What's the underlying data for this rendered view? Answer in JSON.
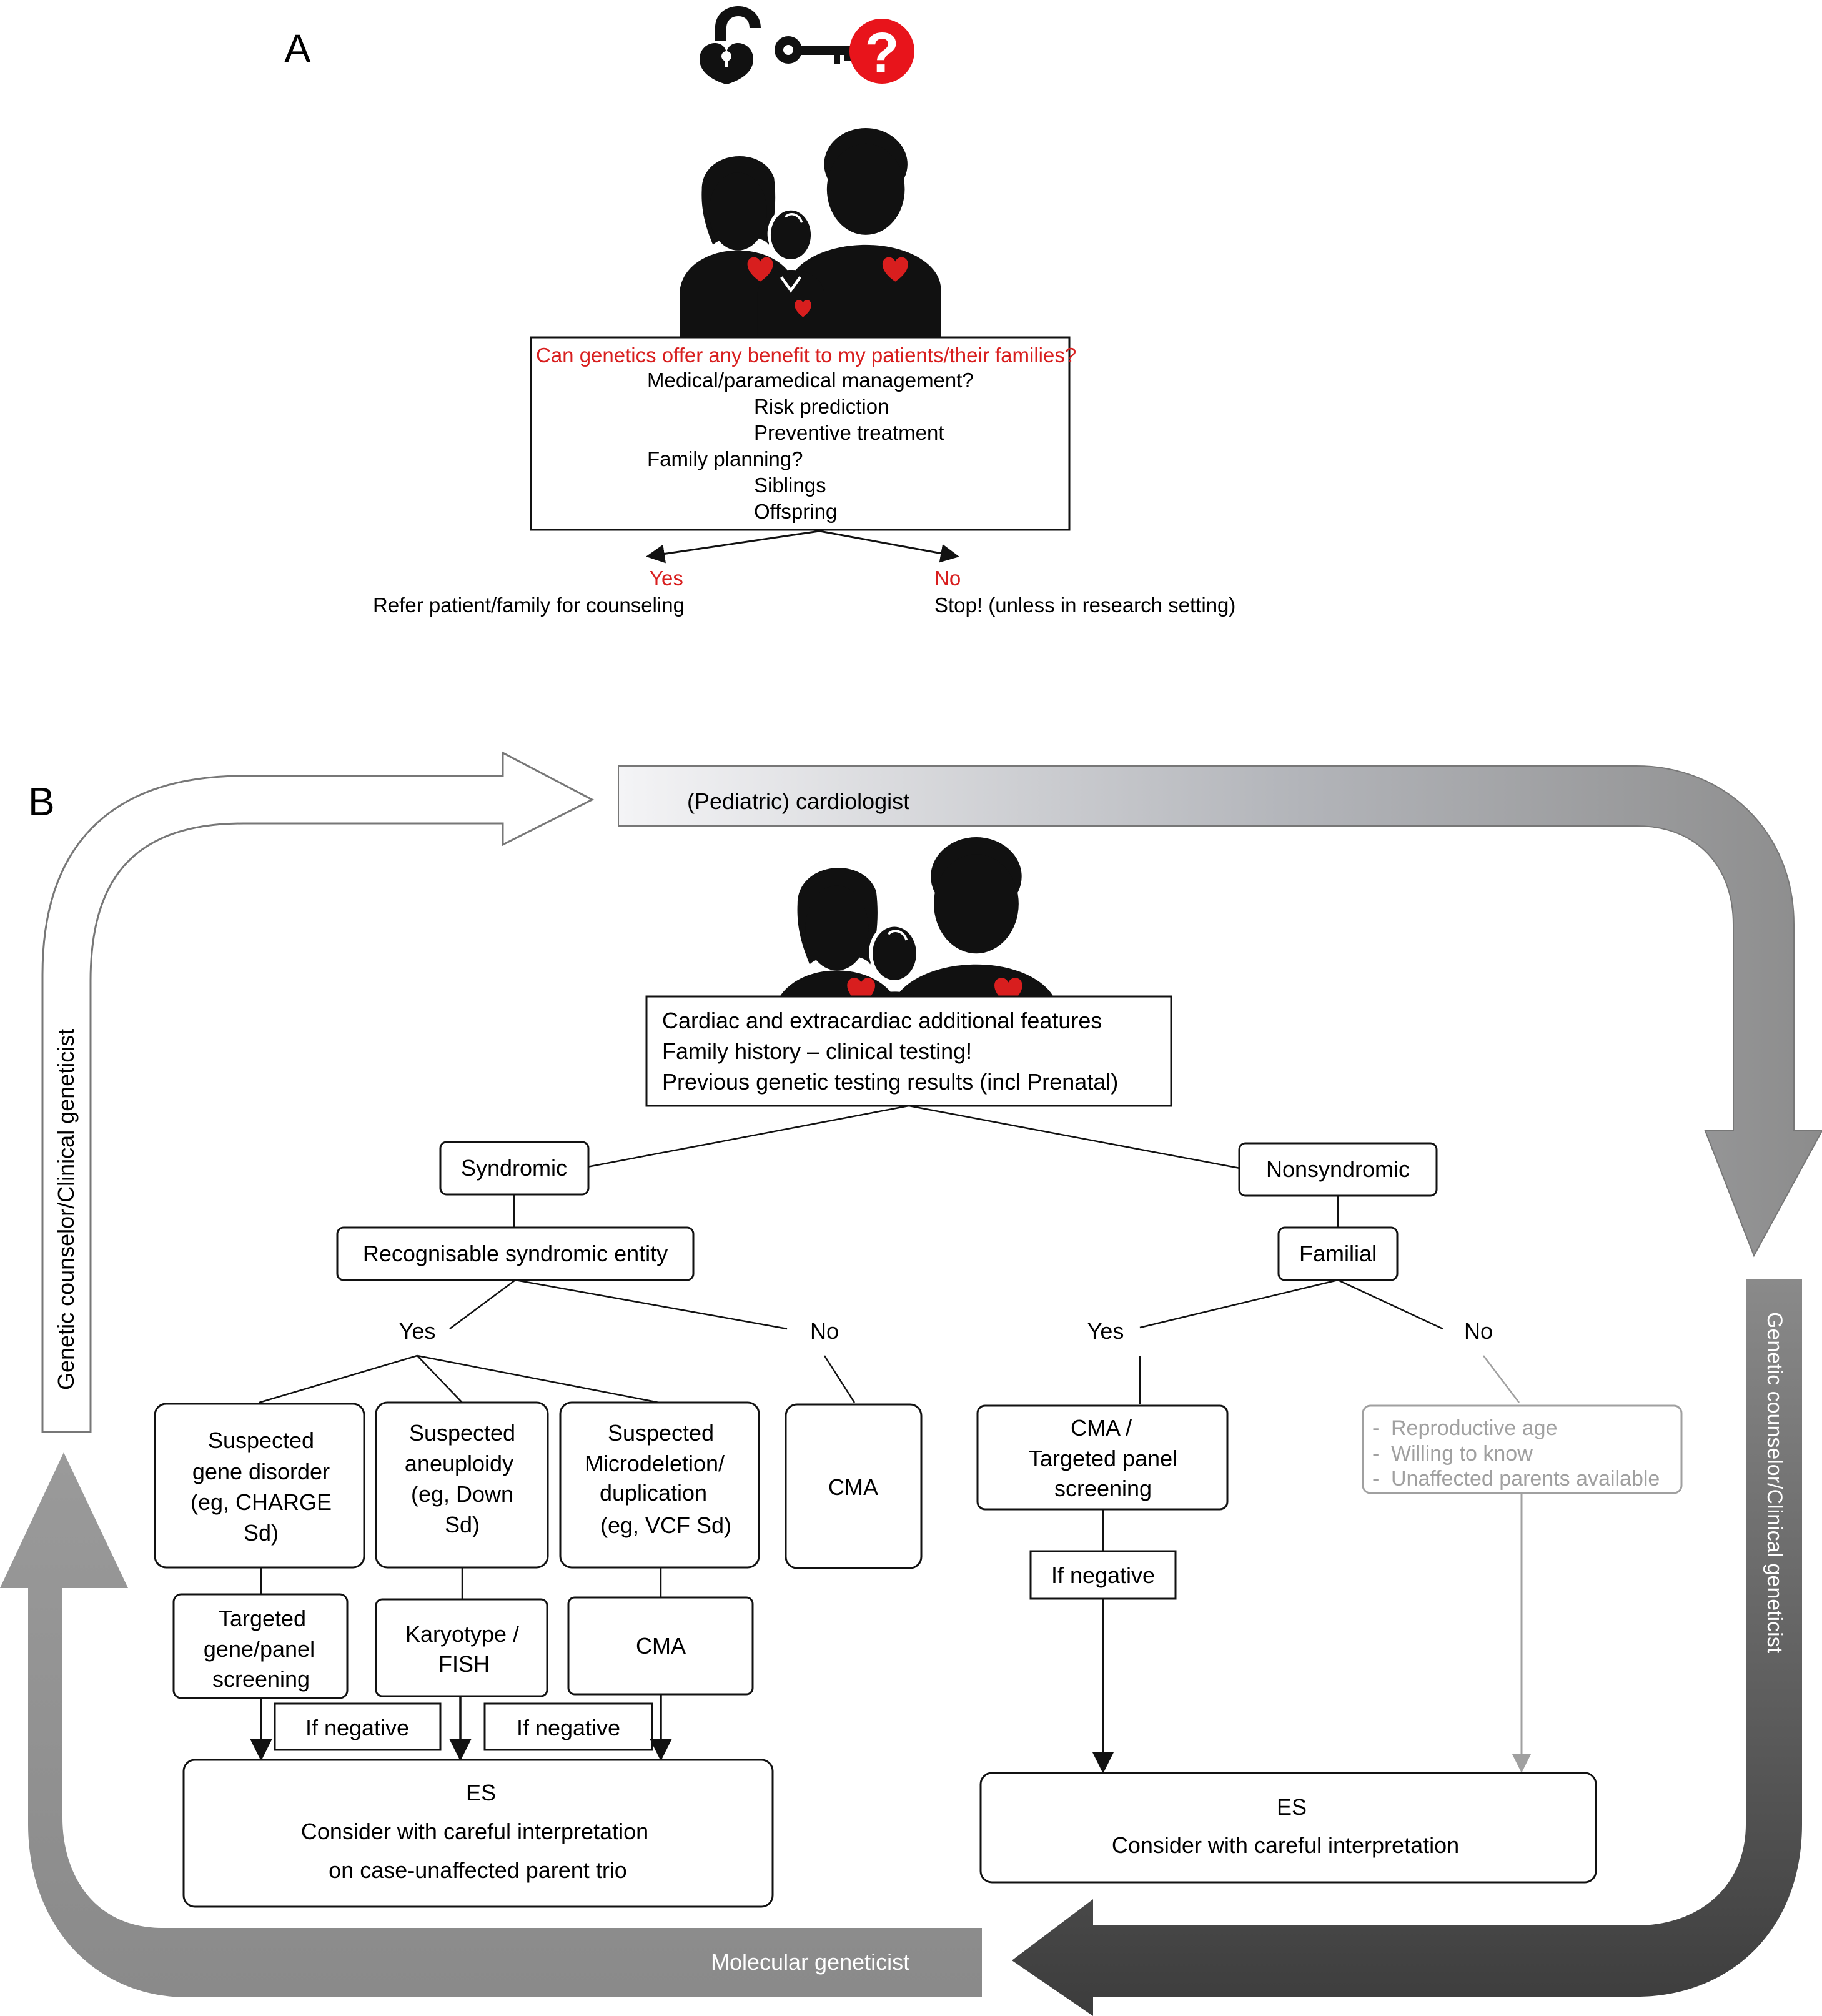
{
  "panel_a": {
    "label": "A",
    "question": "Can genetics offer any benefit to my patients/their families?",
    "items": [
      "Medical/paramedical management?",
      "Risk prediction",
      "Preventive treatment",
      "Family planning?",
      "Siblings",
      "Offspring"
    ],
    "yes_label": "Yes",
    "yes_text": "Refer patient/family for counseling",
    "no_label": "No",
    "no_text": "Stop! (unless in research setting)",
    "icons": [
      "unlocked-padlock-heart-icon",
      "key-icon",
      "question-mark-icon",
      "family-icon"
    ]
  },
  "panel_b": {
    "label": "B",
    "cardiologist": "(Pediatric) cardiologist",
    "genetic_counselor_left": "Genetic counselor/Clinical geneticist",
    "genetic_counselor_right": "Genetic  counselor/Clinical  geneticist",
    "molecular_geneticist": "Molecular  geneticist",
    "features": [
      "Cardiac and extracardiac additional features",
      "Family history – clinical testing!",
      "Previous genetic testing results (incl Prenatal)"
    ],
    "syndromic": "Syndromic",
    "nonsyndromic": "Nonsyndromic",
    "recognisable": "Recognisable syndromic entity",
    "familial": "Familial",
    "yes": "Yes",
    "no": "No",
    "suspected_gene": [
      "Suspected",
      "gene disorder",
      "(eg, CHARGE",
      "Sd)"
    ],
    "suspected_aneuploidy": [
      "Suspected",
      "aneuploidy",
      "(eg, Down",
      "Sd)"
    ],
    "suspected_microdeletion": [
      "Suspected",
      "Microdeletion/",
      "duplication",
      "(eg, VCF Sd)"
    ],
    "cma": "CMA",
    "cma_targeted": [
      "CMA /",
      "Targeted panel",
      "screening"
    ],
    "no_criteria": [
      "Reproductive age",
      "Willing to know",
      "Unaffected parents available"
    ],
    "targeted_gene_panel": [
      "Targeted",
      "gene/panel",
      "screening"
    ],
    "karyotype_fish": [
      "Karyotype /",
      "FISH"
    ],
    "if_negative": "If negative",
    "es_left": [
      "ES",
      "Consider with careful interpretation",
      "on case-unaffected parent trio"
    ],
    "es_right": [
      "ES",
      "Consider with careful interpretation"
    ]
  },
  "colors": {
    "red": "#d81e1e",
    "black": "#111111",
    "gray_text": "#a0a0a0",
    "arrow_dark": "#3a3a3a",
    "arrow_mid": "#8a8a8a"
  }
}
